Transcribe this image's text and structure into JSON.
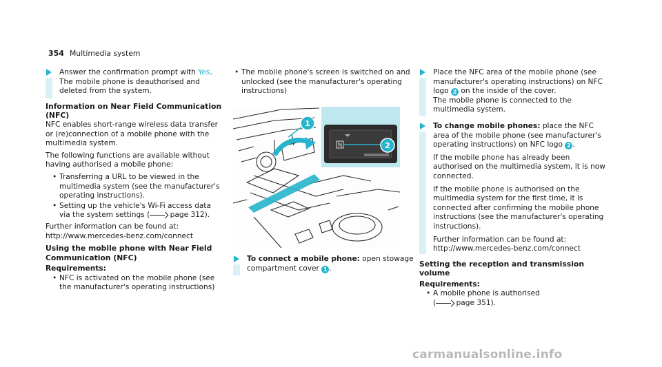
{
  "header": {
    "page_number": "354",
    "section": "Multimedia system"
  },
  "col1": {
    "step1": {
      "line1_pre": "Answer the confirmation prompt with ",
      "line1_hl": "Yes",
      "line1_post": ".",
      "line2": "The mobile phone is deauthorised and deleted from the system."
    },
    "nfc_heading": "Information on Near Field Communication (NFC)",
    "nfc_para1": "NFC enables short-range wireless data transfer or (re)connection of a mobile phone with the multimedia system.",
    "nfc_para2": "The following functions are available without having authorised a mobile phone:",
    "nfc_bullets": [
      "Transferring a URL to be viewed in the multimedia system (see the manufacturer's operating instructions).",
      "Setting up the vehicle's Wi-Fi access data via the system settings ("
    ],
    "nfc_bullet2_page": "page 312).",
    "nfc_para3": "Further information can be found at: http://www.mercedes-benz.com/connect",
    "using_heading": "Using the mobile phone with Near Field Communication (NFC)",
    "req_label": "Requirements:",
    "req_bullets": [
      "NFC is activated on the mobile phone (see the manufacturer's operating instructions)"
    ]
  },
  "col2": {
    "bullet": "The mobile phone's screen is switched on and unlocked (see the manufacturer's operating instructions)",
    "step_bold": "To connect a mobile phone:",
    "step_text": " open stowage compartment cover ",
    "step_num": "1",
    "step_end": "."
  },
  "figure": {
    "callout1": "1",
    "callout2": "2"
  },
  "col3": {
    "step1_text_a": "Place the NFC area of the mobile phone (see manufacturer's operating instructions) on NFC logo ",
    "step1_num": "2",
    "step1_text_b": " on the inside of the cover.",
    "step1_result": "The mobile phone is connected to the multimedia system.",
    "step2_bold": "To change mobile phones:",
    "step2_text_a": " place the NFC area of the mobile phone (see manufacturer's operating instructions) on NFC logo ",
    "step2_num": "2",
    "step2_text_b": ".",
    "step2_p2": "If the mobile phone has already been authorised on the multimedia system, it is now connected.",
    "step2_p3": "If the mobile phone is authorised on the multimedia system for the first time, it is connected after confirming the mobile phone instructions (see the manufacturer's operating instructions).",
    "step2_p4": "Further information can be found at: http://www.mercedes-benz.com/connect",
    "setting_heading": "Setting the reception and transmission volume",
    "req_label": "Requirements:",
    "req_bullet": "A mobile phone is authorised",
    "req_page": "page 351)."
  },
  "watermark": "carmanualsonline.info",
  "colors": {
    "accent": "#27b4cc",
    "step_bar": "#d8f0f6",
    "text": "#1a1a1a"
  }
}
